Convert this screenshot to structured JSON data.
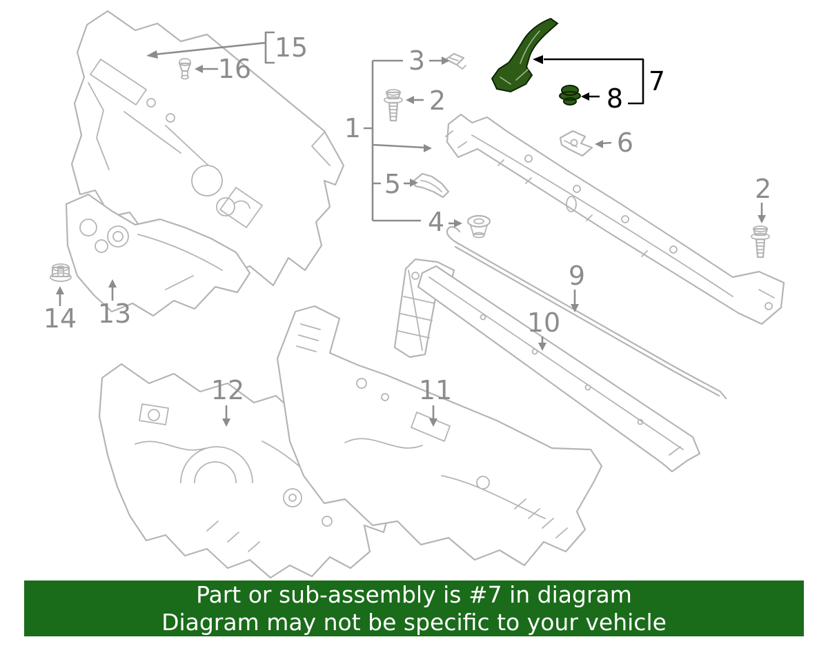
{
  "banner": {
    "line1": "Part or sub-assembly is #7 in diagram",
    "line2": "Diagram may not be specific to your vehicle",
    "background_color": "#1a6b1a",
    "text_color": "#ffffff"
  },
  "diagram": {
    "highlighted_part": "7",
    "highlight_fill": "#2e5c16",
    "line_art_color": "#b4b4b4",
    "callout_color": "#8c8c8c",
    "emphasis_callout_color": "#000000",
    "callouts": {
      "n1": "1",
      "n2_left": "2",
      "n2_right": "2",
      "n3": "3",
      "n4": "4",
      "n5": "5",
      "n6": "6",
      "n7": "7",
      "n8": "8",
      "n9": "9",
      "n10": "10",
      "n11": "11",
      "n12": "12",
      "n13": "13",
      "n14": "14",
      "n15": "15",
      "n16": "16"
    }
  }
}
